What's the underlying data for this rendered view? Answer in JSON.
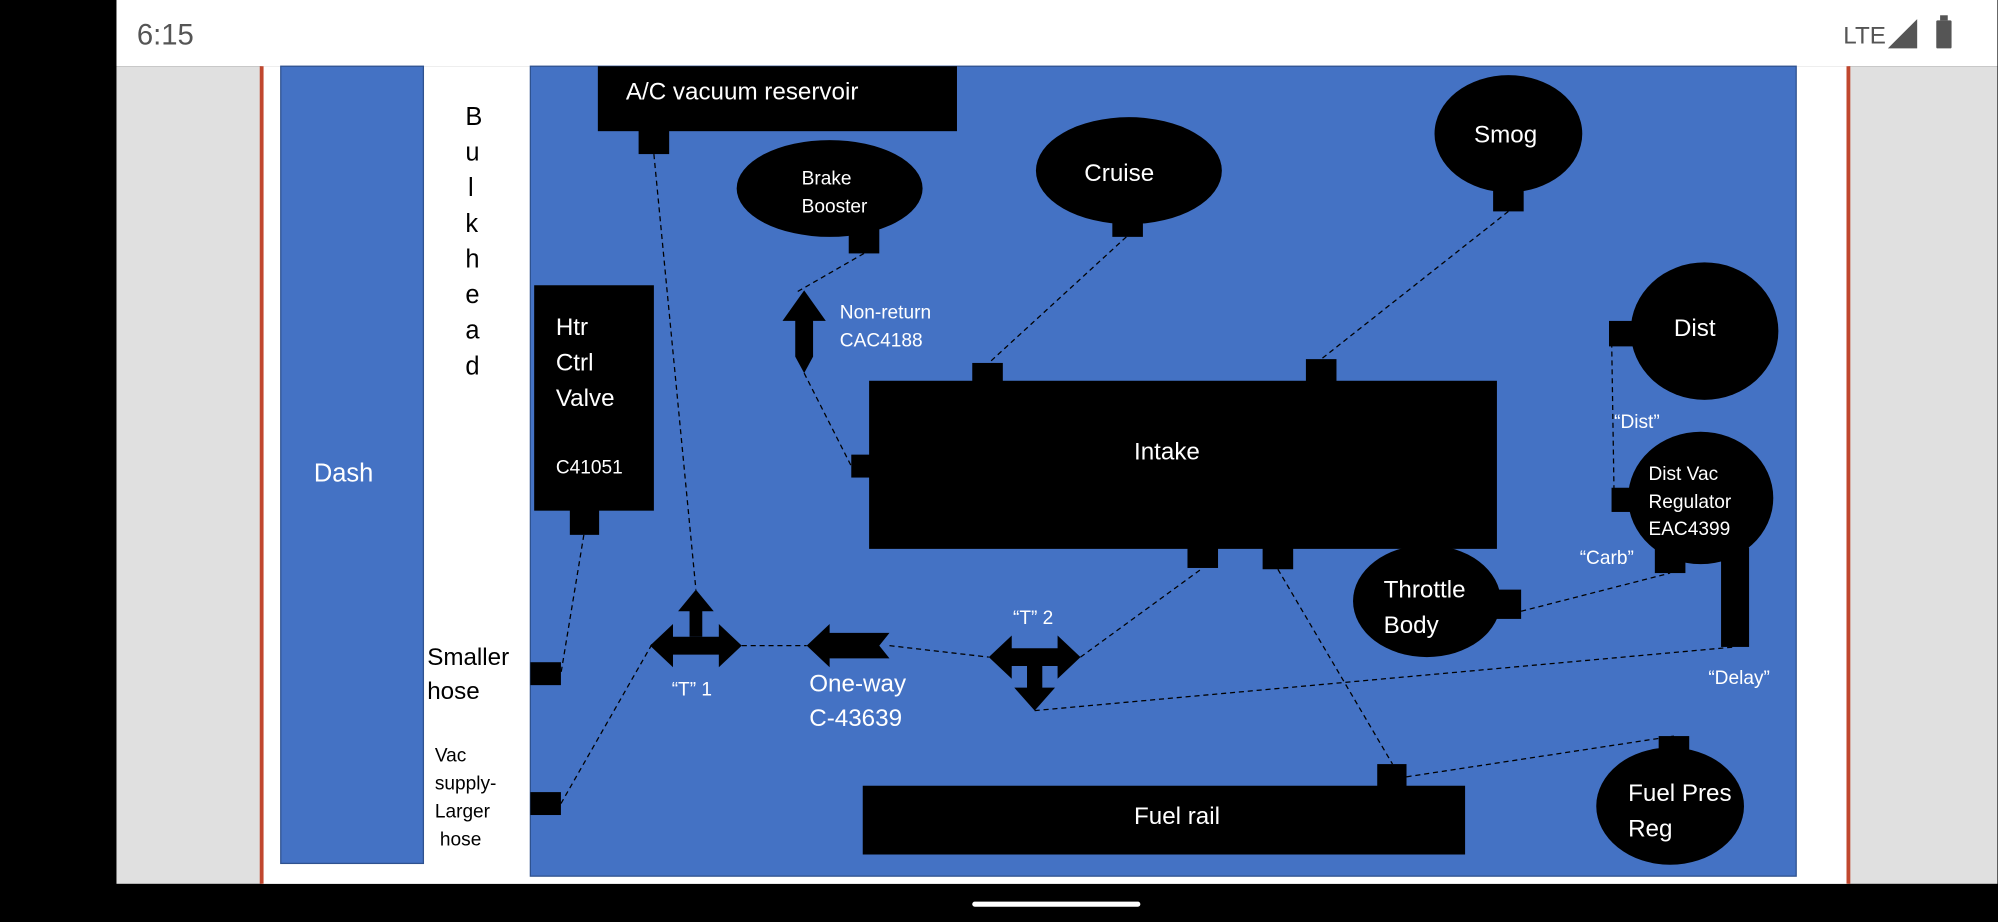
{
  "status_bar": {
    "time": "6:15",
    "network": "LTE",
    "icons": [
      "signal-icon",
      "battery-icon"
    ]
  },
  "colors": {
    "diagram_blue": "#4472c4",
    "component": "#000000",
    "slide_border": "#c0472e"
  },
  "diagram": {
    "dash": "Dash",
    "bulkhead_letters": [
      "B",
      "u",
      "l",
      "k",
      "h",
      "e",
      "a",
      "d"
    ],
    "ac_reservoir": "A/C vacuum reservoir",
    "brake_booster": [
      "Brake",
      "Booster"
    ],
    "cruise": "Cruise",
    "smog": "Smog",
    "dist": "Dist",
    "htr_ctrl_valve": [
      "Htr",
      "Ctrl",
      "Valve",
      "C41051"
    ],
    "non_return": [
      "Non-return",
      "CAC4188"
    ],
    "intake": "Intake",
    "dist_label": "“Dist”",
    "dist_vac_regulator": [
      "Dist Vac",
      "Regulator",
      "EAC4399"
    ],
    "carb_label": "“Carb”",
    "throttle_body": [
      "Throttle",
      "Body"
    ],
    "delay_label": "“Delay”",
    "t2_label": "“T” 2",
    "t1_label": "“T” 1",
    "one_way": [
      "One-way",
      "C-43639"
    ],
    "smaller_hose": [
      "Smaller",
      "hose"
    ],
    "vac_supply": [
      "Vac",
      "supply-",
      "Larger",
      "hose"
    ],
    "fuel_rail": "Fuel rail",
    "fuel_pres_reg": [
      "Fuel Pres",
      "Reg"
    ]
  }
}
